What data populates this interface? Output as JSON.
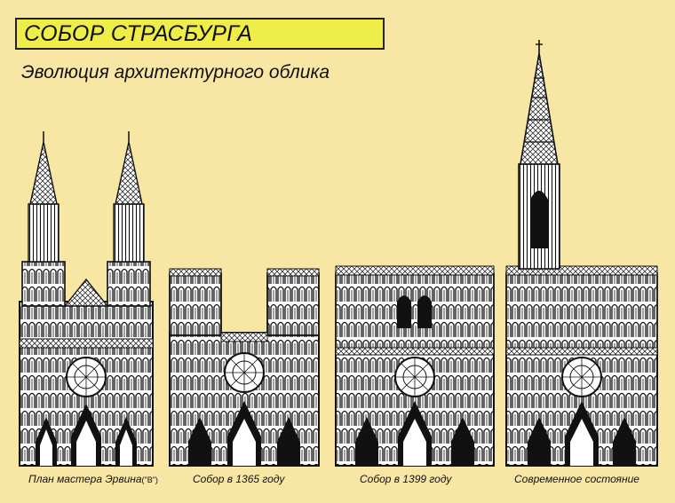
{
  "header": {
    "title": "СОБОР СТРАСБУРГА",
    "subtitle": "Эволюция архитектурного облика"
  },
  "stages": [
    {
      "caption": "План мастера Эрвина",
      "caption_suffix": "(\"B\")"
    },
    {
      "caption": "Собор в 1365 году"
    },
    {
      "caption": "Собор в 1399 году"
    },
    {
      "caption": "Современное состояние"
    }
  ],
  "colors": {
    "background": "#f8e6a4",
    "title_box": "#efed47",
    "ink": "#111111"
  }
}
